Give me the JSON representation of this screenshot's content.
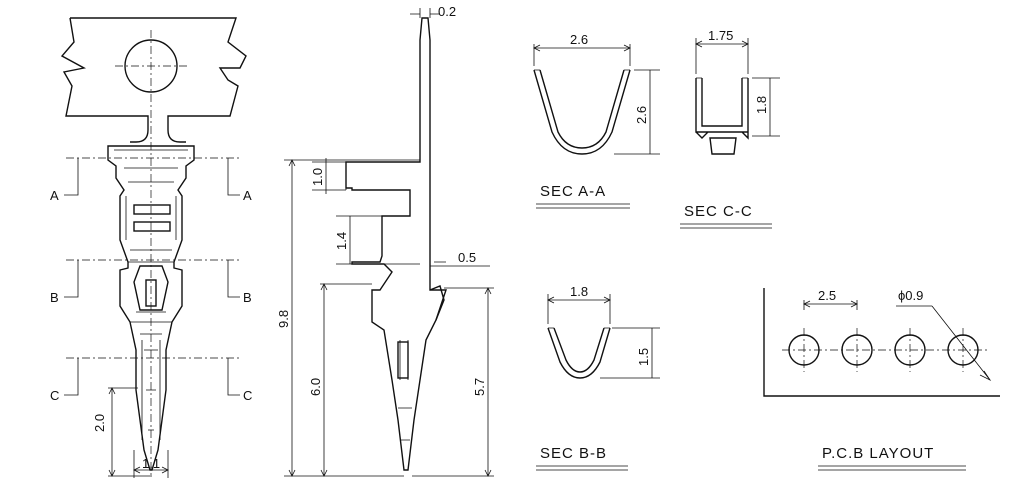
{
  "dims": {
    "t_thickness": "0.2",
    "flange_1_0": "1.0",
    "gap_1_4": "1.4",
    "tip_0_5": "0.5",
    "total_9_8": "9.8",
    "pin_6_0": "6.0",
    "pin_5_7": "5.7",
    "tip_len_2_0": "2.0",
    "tip_w_1_1": "1.1",
    "aa_width": "2.6",
    "aa_height": "2.6",
    "cc_width": "1.75",
    "cc_height": "1.8",
    "bb_width": "1.8",
    "bb_height": "1.5",
    "pcb_pitch": "2.5",
    "pcb_hole": "ϕ0.9"
  },
  "section_marks": {
    "a_left": "A",
    "a_right": "A",
    "b_left": "B",
    "b_right": "B",
    "c_left": "C",
    "c_right": "C"
  },
  "captions": {
    "sec_aa": "SEC A-A",
    "sec_cc": "SEC C-C",
    "sec_bb": "SEC B-B",
    "pcb_layout": "P.C.B LAYOUT"
  }
}
